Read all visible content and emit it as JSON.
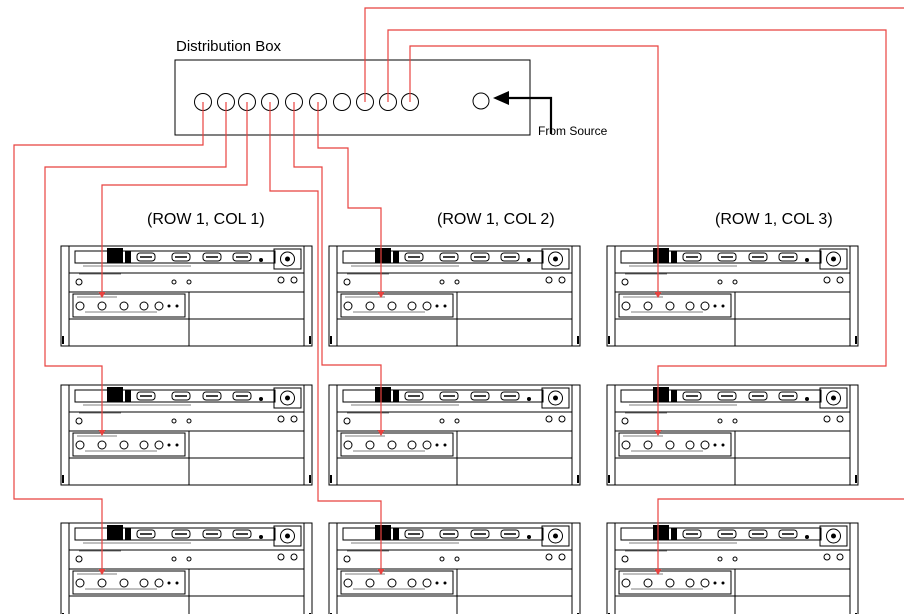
{
  "distribution_box": {
    "title": "Distribution Box",
    "input_label": "From Source"
  },
  "grid": {
    "rows": 3,
    "cols": 3,
    "column_labels": [
      "(ROW 1, COL 1)",
      "(ROW 1, COL 2)",
      "(ROW 1, COL 3)"
    ]
  },
  "colors": {
    "cable": "#e8423f",
    "ink": "#000000",
    "background": "#ffffff"
  },
  "icons": {
    "output_port": "circle-port",
    "input_port": "circle-port",
    "source_arrow": "arrow-left",
    "unit": "rack-unit"
  }
}
